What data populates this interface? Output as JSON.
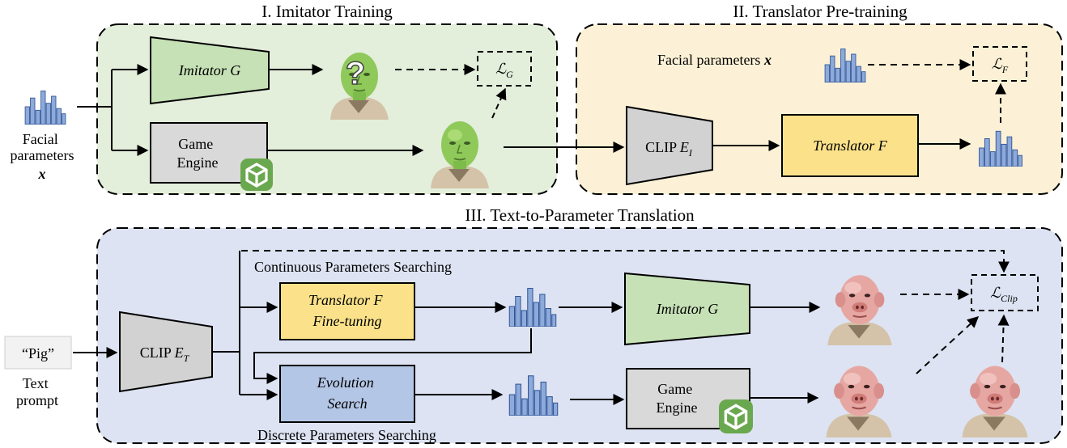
{
  "colors": {
    "panel_imitator": "#e3eedb",
    "panel_translator": "#fcf1d6",
    "panel_t2p": "#dde3f2",
    "imitator_block": "#c6e1b6",
    "translator_block": "#fbe28a",
    "evolution_block": "#b4c6e6",
    "clip_block": "#d2d2d2",
    "engine_block": "#d9d9d9",
    "histogram": "#8eaadb",
    "unity_logo": "#6aa84f"
  },
  "sections": {
    "imitator_training": "I. Imitator Training",
    "translator_pretraining": "II. Translator Pre-training",
    "text_to_parameter": "III. Text-to-Parameter Translation"
  },
  "inputs": {
    "facial_parameters_line1": "Facial",
    "facial_parameters_line2": "parameters",
    "facial_parameters_symbol": "x",
    "facial_parameters_inline": "Facial parameters",
    "text_prompt_value": "“Pig”",
    "text_prompt_line1": "Text",
    "text_prompt_line2": "prompt"
  },
  "blocks": {
    "imitator_name": "Imitator",
    "imitator_symbol": "G",
    "game_engine_line1": "Game",
    "game_engine_line2": "Engine",
    "clip_prefix": "CLIP",
    "clip_image_symbol": "E",
    "clip_image_sub": "I",
    "clip_text_sub": "T",
    "translator_name": "Translator",
    "translator_symbol": "F",
    "fine_tuning": "Fine-tuning",
    "evolution_line1": "Evolution",
    "evolution_line2": "Search"
  },
  "losses": {
    "symbol": "ℒ",
    "g_sub": "G",
    "f_sub": "F",
    "clip_sub": "Clip"
  },
  "labels": {
    "continuous_search": "Continuous Parameters Searching",
    "discrete_search": "Discrete Parameters Searching"
  },
  "icons": {
    "histogram": "bar-histogram-icon",
    "face": "face-render-icon",
    "unity": "unity-logo-icon",
    "unknown": "question-mark-icon"
  }
}
